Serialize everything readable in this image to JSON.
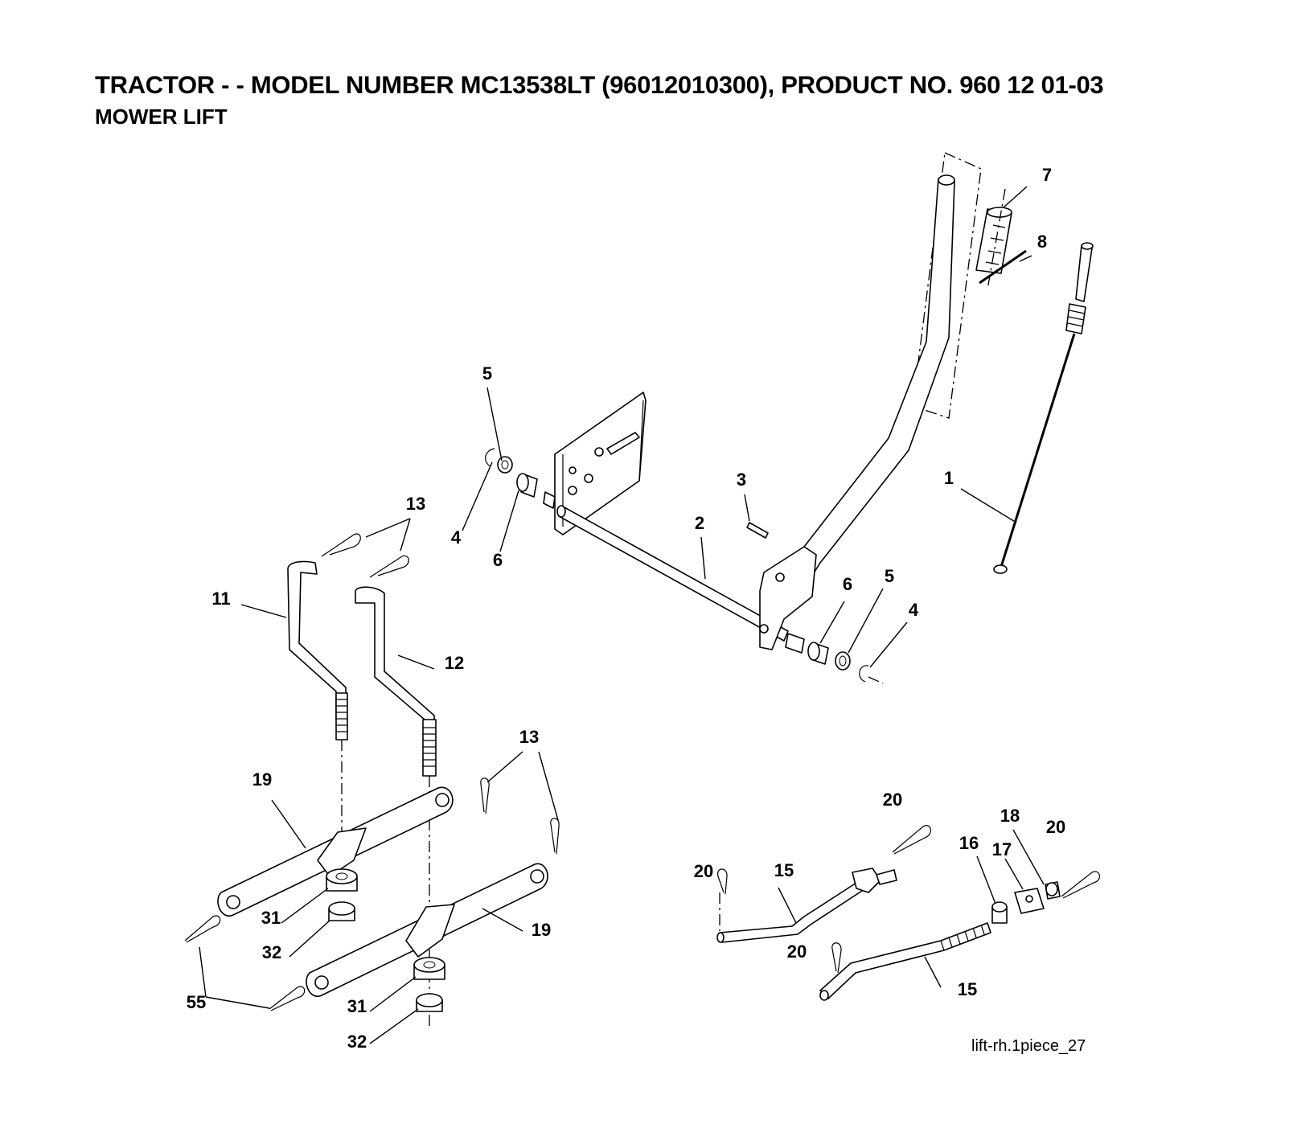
{
  "header": {
    "title": "TRACTOR - - MODEL NUMBER MC13538LT (96012010300), PRODUCT NO. 960 12 01-03",
    "subtitle": "MOWER LIFT"
  },
  "footer": {
    "drawing_id": "lift-rh.1piece_27"
  },
  "callouts": [
    {
      "id": "1",
      "label": "1"
    },
    {
      "id": "2",
      "label": "2"
    },
    {
      "id": "3",
      "label": "3"
    },
    {
      "id": "4",
      "label": "4"
    },
    {
      "id": "5",
      "label": "5"
    },
    {
      "id": "6",
      "label": "6"
    },
    {
      "id": "7",
      "label": "7"
    },
    {
      "id": "8",
      "label": "8"
    },
    {
      "id": "11",
      "label": "11"
    },
    {
      "id": "12",
      "label": "12"
    },
    {
      "id": "13",
      "label": "13"
    },
    {
      "id": "15",
      "label": "15"
    },
    {
      "id": "16",
      "label": "16"
    },
    {
      "id": "17",
      "label": "17"
    },
    {
      "id": "18",
      "label": "18"
    },
    {
      "id": "19",
      "label": "19"
    },
    {
      "id": "20",
      "label": "20"
    },
    {
      "id": "31",
      "label": "31"
    },
    {
      "id": "32",
      "label": "32"
    },
    {
      "id": "55",
      "label": "55"
    }
  ]
}
